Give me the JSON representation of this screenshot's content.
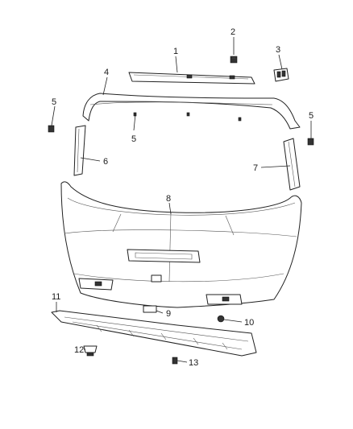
{
  "diagram": {
    "callouts": [
      {
        "id": "1",
        "label": "1"
      },
      {
        "id": "2",
        "label": "2"
      },
      {
        "id": "3",
        "label": "3"
      },
      {
        "id": "4",
        "label": "4"
      },
      {
        "id": "5a",
        "label": "5"
      },
      {
        "id": "5b",
        "label": "5"
      },
      {
        "id": "5c",
        "label": "5"
      },
      {
        "id": "6",
        "label": "6"
      },
      {
        "id": "7",
        "label": "7"
      },
      {
        "id": "8",
        "label": "8"
      },
      {
        "id": "9",
        "label": "9"
      },
      {
        "id": "10",
        "label": "10"
      },
      {
        "id": "11",
        "label": "11"
      },
      {
        "id": "12",
        "label": "12"
      },
      {
        "id": "13",
        "label": "13"
      }
    ]
  }
}
